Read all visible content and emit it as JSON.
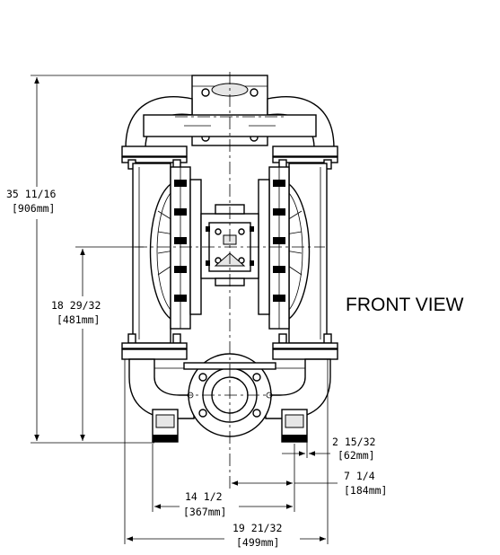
{
  "view_label": "FRONT VIEW",
  "dimensions": {
    "overall_height": {
      "imperial": "35 11/16",
      "metric": "[906mm]"
    },
    "inlet_height": {
      "imperial": "18 29/32",
      "metric": "[481mm]"
    },
    "foot_offset": {
      "imperial": "2 15/32",
      "metric": "[62mm]"
    },
    "half_foot_spacing": {
      "imperial": "7 1/4",
      "metric": "[184mm]"
    },
    "foot_spacing": {
      "imperial": "14 1/2",
      "metric": "[367mm]"
    },
    "overall_width": {
      "imperial": "19 21/32",
      "metric": "[499mm]"
    }
  },
  "icons": [
    "pump-front-view-drawing",
    "dimension-arrow"
  ]
}
